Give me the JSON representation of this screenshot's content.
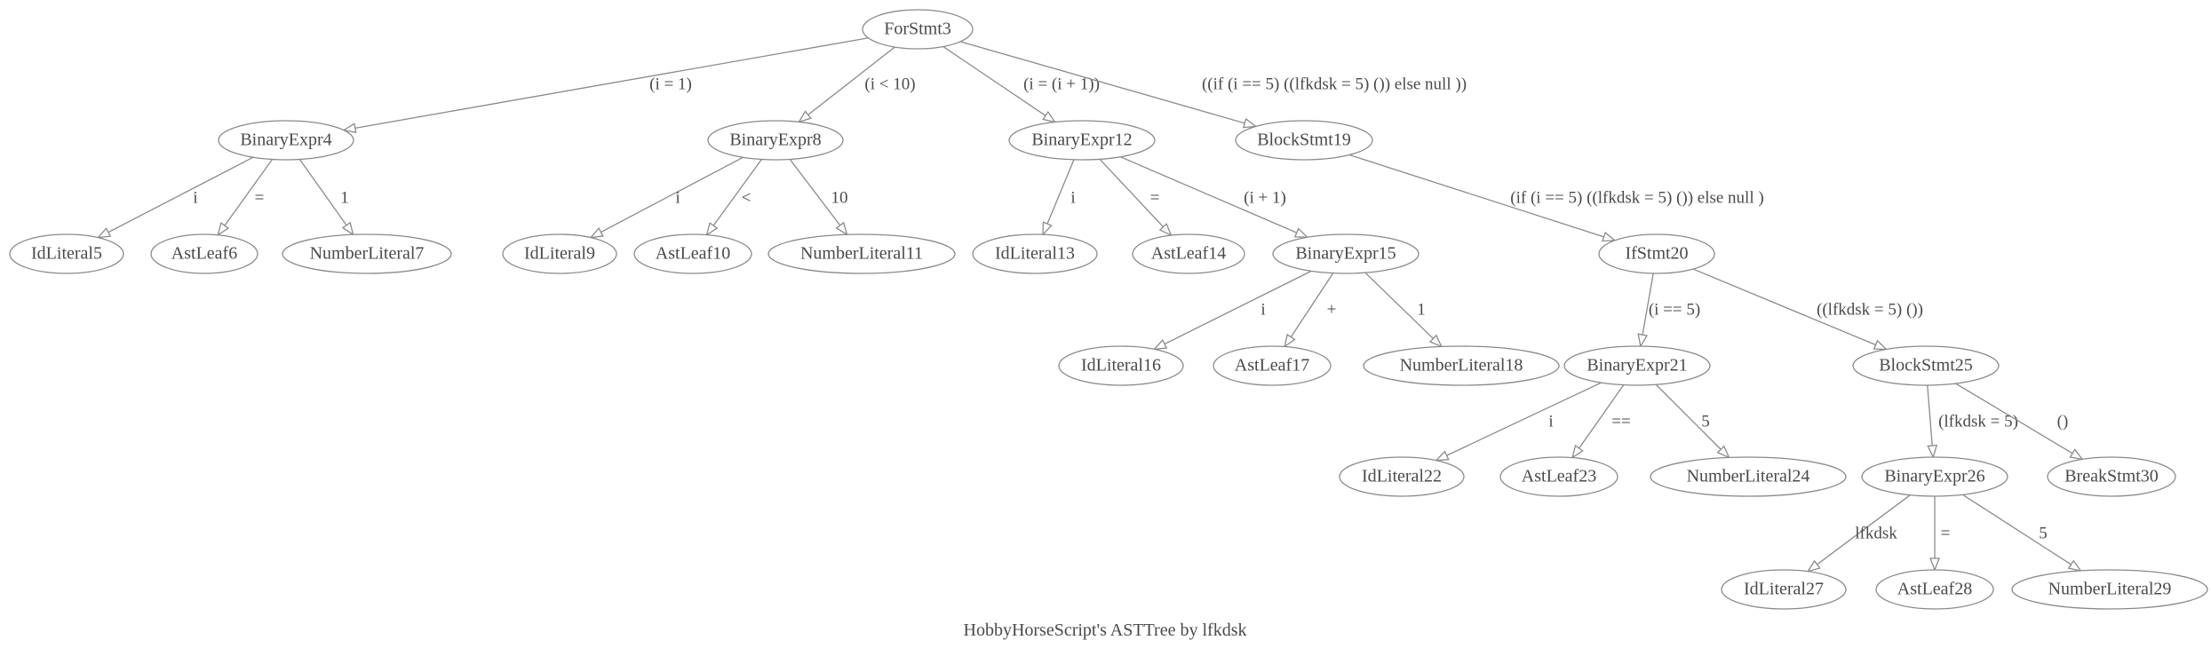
{
  "caption": "HobbyHorseScript's ASTTree by lfkdsk",
  "nodes": [
    {
      "id": "ForStmt3",
      "label": "ForStmt3"
    },
    {
      "id": "BinaryExpr4",
      "label": "BinaryExpr4"
    },
    {
      "id": "BinaryExpr8",
      "label": "BinaryExpr8"
    },
    {
      "id": "BinaryExpr12",
      "label": "BinaryExpr12"
    },
    {
      "id": "BlockStmt19",
      "label": "BlockStmt19"
    },
    {
      "id": "IdLiteral5",
      "label": "IdLiteral5"
    },
    {
      "id": "AstLeaf6",
      "label": "AstLeaf6"
    },
    {
      "id": "NumberLiteral7",
      "label": "NumberLiteral7"
    },
    {
      "id": "IdLiteral9",
      "label": "IdLiteral9"
    },
    {
      "id": "AstLeaf10",
      "label": "AstLeaf10"
    },
    {
      "id": "NumberLiteral11",
      "label": "NumberLiteral11"
    },
    {
      "id": "IdLiteral13",
      "label": "IdLiteral13"
    },
    {
      "id": "AstLeaf14",
      "label": "AstLeaf14"
    },
    {
      "id": "BinaryExpr15",
      "label": "BinaryExpr15"
    },
    {
      "id": "IfStmt20",
      "label": "IfStmt20"
    },
    {
      "id": "IdLiteral16",
      "label": "IdLiteral16"
    },
    {
      "id": "AstLeaf17",
      "label": "AstLeaf17"
    },
    {
      "id": "NumberLiteral18",
      "label": "NumberLiteral18"
    },
    {
      "id": "BinaryExpr21",
      "label": "BinaryExpr21"
    },
    {
      "id": "BlockStmt25",
      "label": "BlockStmt25"
    },
    {
      "id": "IdLiteral22",
      "label": "IdLiteral22"
    },
    {
      "id": "AstLeaf23",
      "label": "AstLeaf23"
    },
    {
      "id": "NumberLiteral24",
      "label": "NumberLiteral24"
    },
    {
      "id": "BinaryExpr26",
      "label": "BinaryExpr26"
    },
    {
      "id": "BreakStmt30",
      "label": "BreakStmt30"
    },
    {
      "id": "IdLiteral27",
      "label": "IdLiteral27"
    },
    {
      "id": "AstLeaf28",
      "label": "AstLeaf28"
    },
    {
      "id": "NumberLiteral29",
      "label": "NumberLiteral29"
    }
  ],
  "edges": [
    {
      "from": "ForStmt3",
      "to": "BinaryExpr4",
      "label": "(i = 1)"
    },
    {
      "from": "ForStmt3",
      "to": "BinaryExpr8",
      "label": "(i < 10)"
    },
    {
      "from": "ForStmt3",
      "to": "BinaryExpr12",
      "label": "(i = (i + 1))"
    },
    {
      "from": "ForStmt3",
      "to": "BlockStmt19",
      "label": "((if (i == 5) ((lfkdsk = 5) ()) else null ))"
    },
    {
      "from": "BinaryExpr4",
      "to": "IdLiteral5",
      "label": "i"
    },
    {
      "from": "BinaryExpr4",
      "to": "AstLeaf6",
      "label": "="
    },
    {
      "from": "BinaryExpr4",
      "to": "NumberLiteral7",
      "label": "1"
    },
    {
      "from": "BinaryExpr8",
      "to": "IdLiteral9",
      "label": "i"
    },
    {
      "from": "BinaryExpr8",
      "to": "AstLeaf10",
      "label": "<"
    },
    {
      "from": "BinaryExpr8",
      "to": "NumberLiteral11",
      "label": "10"
    },
    {
      "from": "BinaryExpr12",
      "to": "IdLiteral13",
      "label": "i"
    },
    {
      "from": "BinaryExpr12",
      "to": "AstLeaf14",
      "label": "="
    },
    {
      "from": "BinaryExpr12",
      "to": "BinaryExpr15",
      "label": "(i + 1)"
    },
    {
      "from": "BlockStmt19",
      "to": "IfStmt20",
      "label": "(if (i == 5) ((lfkdsk = 5) ()) else null )"
    },
    {
      "from": "BinaryExpr15",
      "to": "IdLiteral16",
      "label": "i"
    },
    {
      "from": "BinaryExpr15",
      "to": "AstLeaf17",
      "label": "+"
    },
    {
      "from": "BinaryExpr15",
      "to": "NumberLiteral18",
      "label": "1"
    },
    {
      "from": "IfStmt20",
      "to": "BinaryExpr21",
      "label": "(i == 5)"
    },
    {
      "from": "IfStmt20",
      "to": "BlockStmt25",
      "label": "((lfkdsk = 5) ())"
    },
    {
      "from": "BinaryExpr21",
      "to": "IdLiteral22",
      "label": "i"
    },
    {
      "from": "BinaryExpr21",
      "to": "AstLeaf23",
      "label": "=="
    },
    {
      "from": "BinaryExpr21",
      "to": "NumberLiteral24",
      "label": "5"
    },
    {
      "from": "BlockStmt25",
      "to": "BinaryExpr26",
      "label": "(lfkdsk = 5)"
    },
    {
      "from": "BlockStmt25",
      "to": "BreakStmt30",
      "label": "()"
    },
    {
      "from": "BinaryExpr26",
      "to": "IdLiteral27",
      "label": "lfkdsk"
    },
    {
      "from": "BinaryExpr26",
      "to": "AstLeaf28",
      "label": "="
    },
    {
      "from": "BinaryExpr26",
      "to": "NumberLiteral29",
      "label": "5"
    }
  ]
}
